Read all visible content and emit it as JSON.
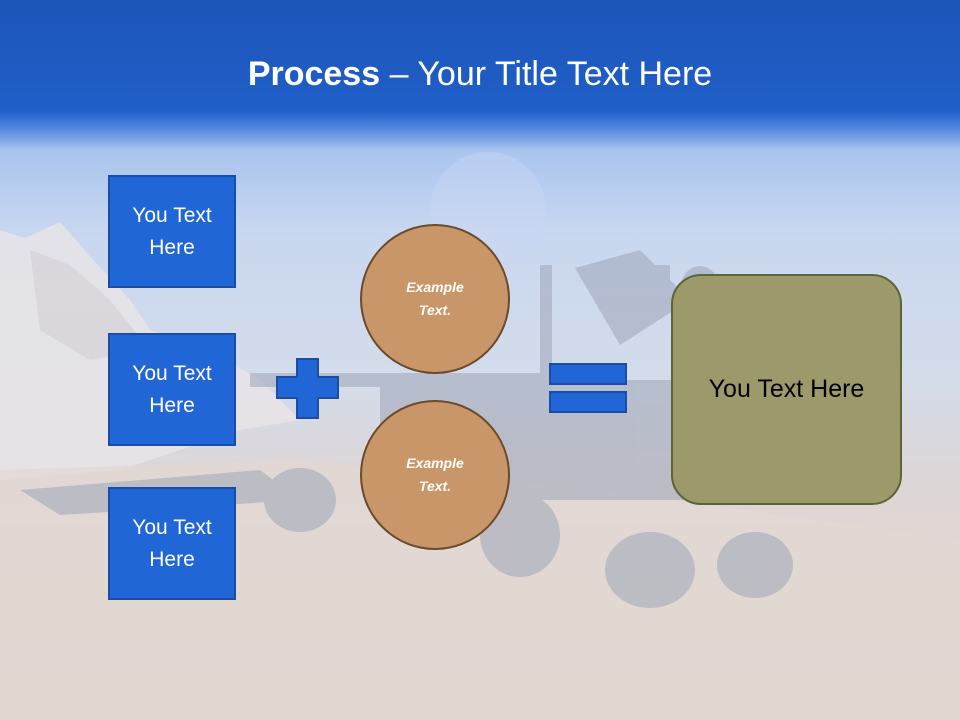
{
  "slide": {
    "title_bold": "Process",
    "title_dash": "–",
    "title_rest": "Your Title Text Here",
    "left_boxes": [
      {
        "label": "You Text Here"
      },
      {
        "label": "You Text Here"
      },
      {
        "label": "You Text Here"
      }
    ],
    "operator_plus": "plus-icon",
    "circles": [
      {
        "label": "Example Text."
      },
      {
        "label": "Example Text."
      }
    ],
    "operator_equals": "equals-icon",
    "result_box": {
      "label": "You Text Here"
    }
  },
  "colors": {
    "header_blue": "#1f5fc8",
    "box_blue": "#2166d6",
    "circle_tan": "#c9966a",
    "result_olive": "#9c9a6a"
  }
}
